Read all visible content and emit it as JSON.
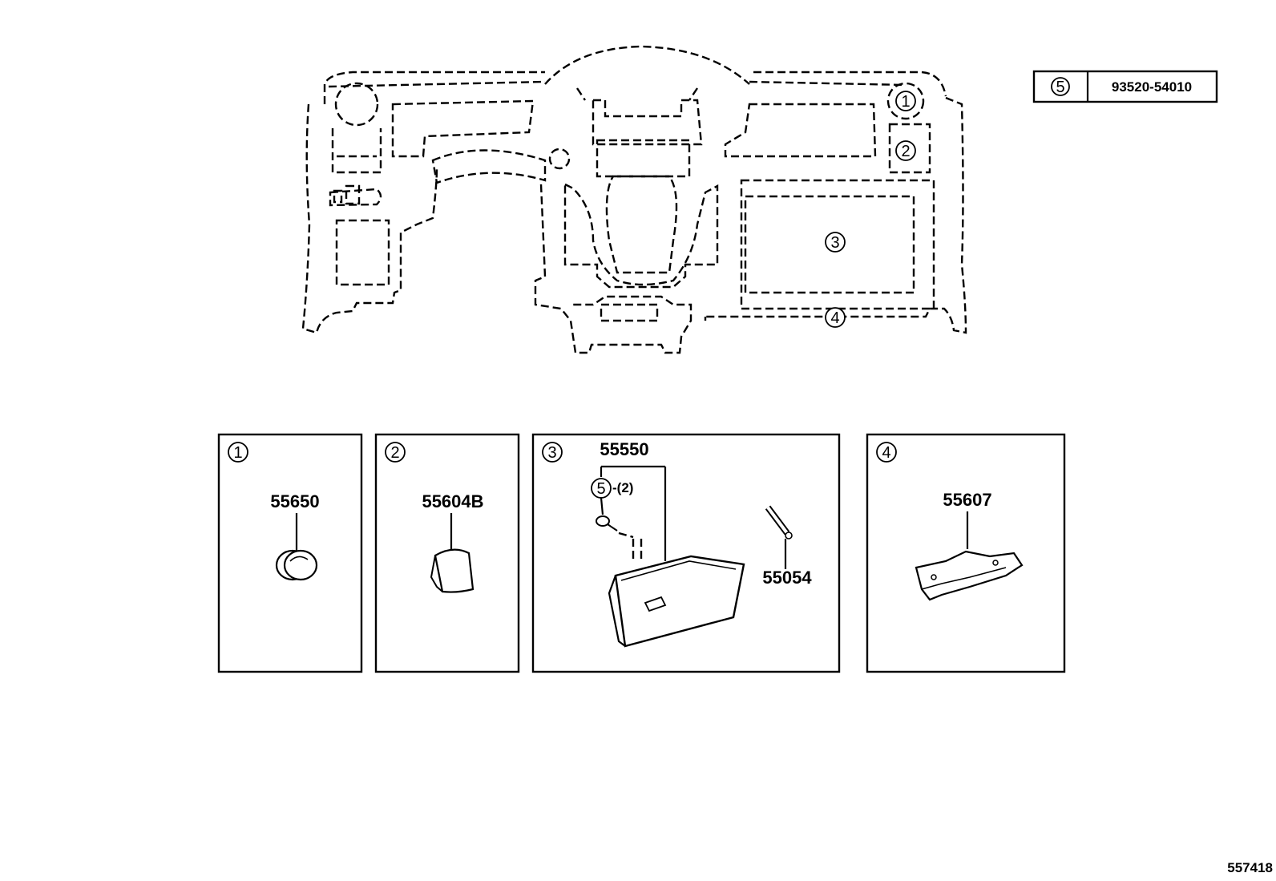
{
  "callouts": [
    "1",
    "2",
    "3",
    "4",
    "5"
  ],
  "fastener_table": {
    "ref": "5",
    "part_number": "93520-54010"
  },
  "panels": [
    {
      "ref": "1",
      "parts": [
        "55650"
      ]
    },
    {
      "ref": "2",
      "parts": [
        "55604B"
      ]
    },
    {
      "ref": "3",
      "parts": [
        "55550",
        "55054"
      ],
      "fastener": {
        "ref": "5",
        "qty": "-(2)"
      }
    },
    {
      "ref": "4",
      "parts": [
        "55607"
      ]
    }
  ],
  "illustration_id": "557418"
}
